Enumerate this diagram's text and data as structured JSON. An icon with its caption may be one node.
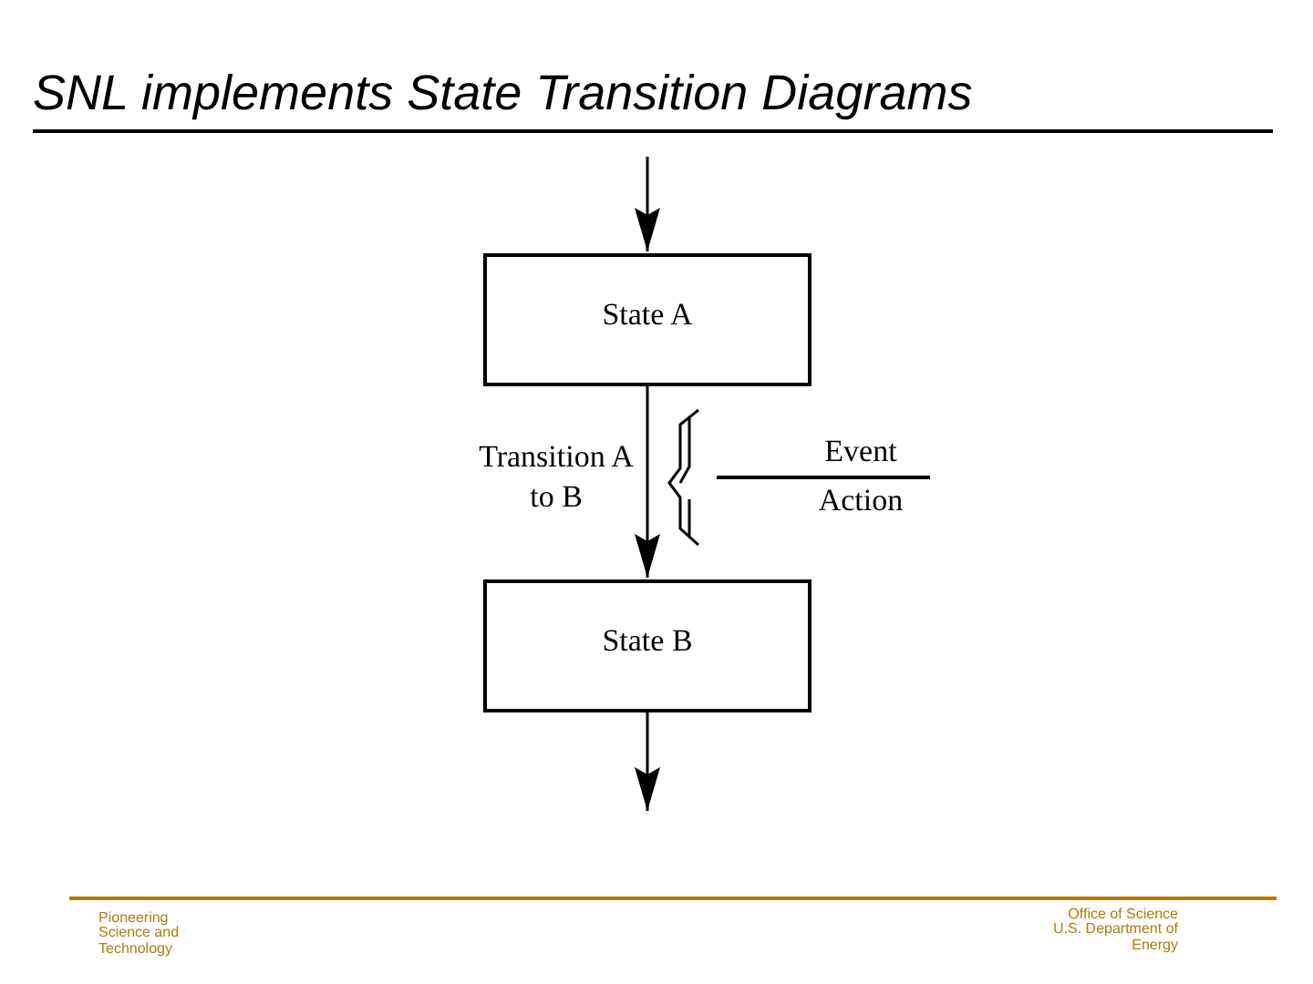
{
  "diagram": {
    "title": "SNL implements State Transition Diagrams",
    "nodes": [
      {
        "text": [
          "State A"
        ]
      },
      {
        "text": [
          "State B"
        ]
      }
    ],
    "edges": [
      {
        "from": null,
        "to": 0,
        "arrow": "to"
      },
      {
        "from": 0,
        "to": 1,
        "arrow": "to",
        "label": "Transition A to B"
      },
      {
        "from": 1,
        "to": null,
        "arrow": "to"
      }
    ],
    "labels": [
      "Event",
      "Action",
      "Pioneering Science and Technology",
      "Office of Science U.S. Department of Energy"
    ]
  }
}
